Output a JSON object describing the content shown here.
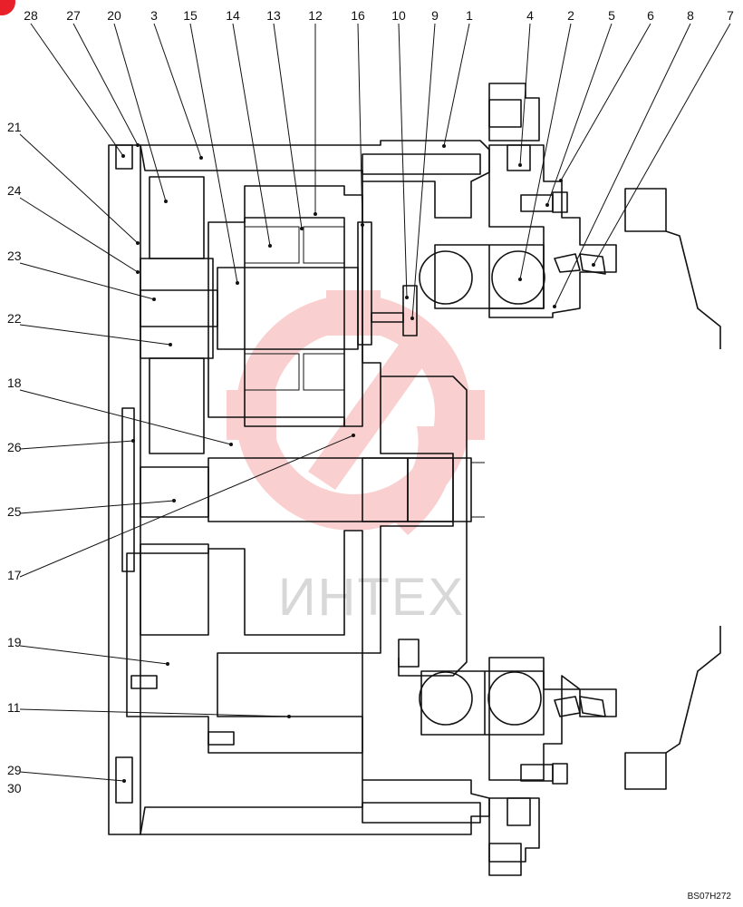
{
  "labels": {
    "top": [
      "28",
      "27",
      "20",
      "3",
      "15",
      "14",
      "13",
      "12",
      "16",
      "10",
      "9",
      "1",
      "4",
      "2",
      "5",
      "6",
      "8",
      "7"
    ],
    "left": [
      "21",
      "24",
      "23",
      "22",
      "18",
      "26",
      "25",
      "17",
      "19",
      "11",
      "29",
      "30"
    ]
  },
  "drawing_code": "BS07H272",
  "watermark": "ИНТЕХ",
  "colors": {
    "line": "#111111",
    "watermark": "#f5a0a0",
    "marker": "#e8202a"
  }
}
